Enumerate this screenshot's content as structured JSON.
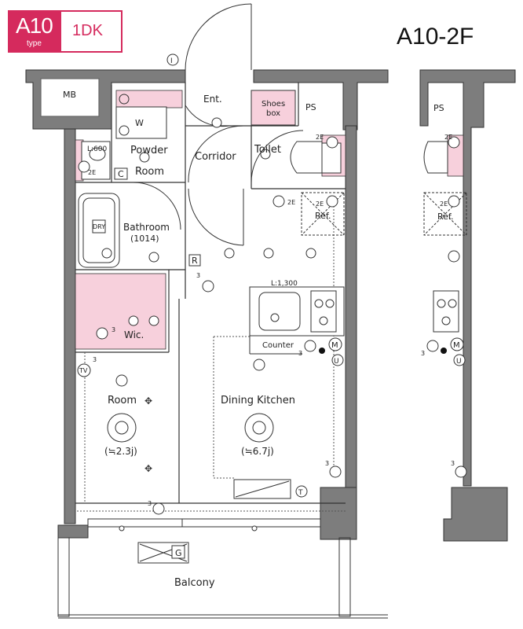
{
  "header": {
    "type_code": "A10",
    "type_word": "type",
    "layout_type": "1DK",
    "unit_name": "A10-2F"
  },
  "rooms": {
    "mb": "MB",
    "ps": "PS",
    "ent": "Ent.",
    "shoes_box_1": "Shoes",
    "shoes_box_2": "box",
    "powder_1": "Powder",
    "powder_2": "Room",
    "corridor": "Corridor",
    "toilet": "Toilet",
    "washer": "W",
    "closet_c": "C",
    "counter_len": "L:600",
    "bathroom": "Bathroom",
    "bathroom_size": "(1014)",
    "dry": "DRY",
    "fridge": "Ref.",
    "range_len": "L:1,300",
    "counter": "Counter",
    "wic": "Wic.",
    "room": "Room",
    "room_area": "(≒2.3j)",
    "dining_kitchen": "Dining Kitchen",
    "dk_area": "(≒6.7j)",
    "balcony": "Balcony"
  },
  "symbols": {
    "ceiling_i": "I",
    "two_e": "2E",
    "three": "3",
    "r": "R",
    "tv": "TV",
    "m": "M",
    "u": "U",
    "t": "T",
    "g": "G"
  },
  "colors": {
    "accent": "#d52a5d",
    "wall": "#7d7d7d",
    "pink_fill": "#f7d0dc",
    "line": "#333333"
  }
}
